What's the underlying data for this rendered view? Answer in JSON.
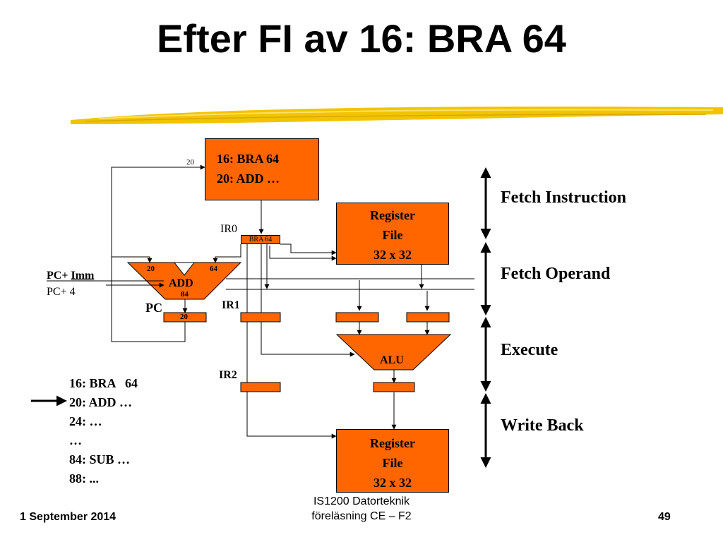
{
  "title": "Efter FI av 16: BRA 64",
  "instruction_memory": [
    "16: BRA 64",
    "20: ADD …"
  ],
  "register_file_top": [
    "Register",
    "File",
    "32 x 32"
  ],
  "register_file_bottom": [
    "Register",
    "File",
    "32 x 32"
  ],
  "ir0": {
    "label": "IR0",
    "value": "BRA 64"
  },
  "ir1_label": "IR1",
  "ir2_label": "IR2",
  "add_unit": {
    "label": "ADD",
    "input_left": "20",
    "input_right": "64",
    "output": "84"
  },
  "alu_label": "ALU",
  "pc": {
    "label": "PC",
    "value": "20",
    "feedback_value": "20"
  },
  "pc_mux": {
    "option_imm_prefix": "PC+ ",
    "option_imm_suffix": "Imm",
    "option_4": "PC+ 4"
  },
  "stages": [
    "Fetch Instruction",
    "Fetch Operand",
    "Execute",
    "Write Back"
  ],
  "memory_listing": [
    "16: BRA   64",
    "20: ADD …",
    "24: …",
    "…",
    "84: SUB …",
    "88: ..."
  ],
  "current_arrow_index": 1,
  "footer": {
    "date": "1 September 2014",
    "course_line1": "IS1200 Datorteknik",
    "course_line2": "föreläsning CE – F2",
    "page": "49"
  },
  "colors": {
    "box_fill": "#ff6600",
    "line": "#000000",
    "streak": "#f2c400"
  }
}
